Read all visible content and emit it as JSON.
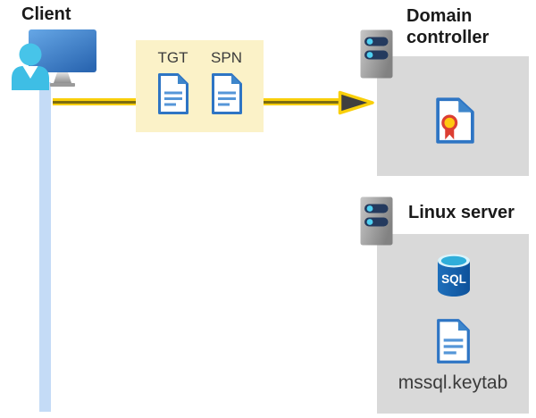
{
  "diagram": {
    "client": {
      "label": "Client",
      "icon": "client-user-monitor-icon"
    },
    "ticket_box": {
      "tickets": [
        {
          "label": "TGT",
          "icon": "document-icon"
        },
        {
          "label": "SPN",
          "icon": "document-icon"
        }
      ]
    },
    "domain_controller": {
      "label": "Domain controller",
      "server_icon": "server-tower-icon",
      "content_icon": "certificate-icon"
    },
    "linux_server": {
      "label": "Linux server",
      "server_icon": "server-tower-icon",
      "database_label": "SQL",
      "database_icon": "sql-database-icon",
      "keytab_icon": "document-icon",
      "keytab_label": "mssql.keytab"
    },
    "connection": {
      "type": "arrow",
      "from": "client",
      "to": "domain-controller"
    },
    "colors": {
      "arrow_yellow": "#F9CF0A",
      "arrow_core": "#7C6D10",
      "arrowhead_dark": "#3F3F3F",
      "ticket_box_bg": "#FBF2C8",
      "panel_gray": "#D9D9D9",
      "client_line_blue": "#C4DBF6",
      "doc_blue": "#2E75C4",
      "doc_fold_blue": "#3E86CB",
      "doc_line_blue": "#5596D8",
      "server_slot_navy": "#243A5E",
      "server_dot_cyan": "#4FD0F2",
      "sql_body_blue": "#15619F",
      "sql_top_cyan": "#2FAEDA",
      "rosette_red": "#DC3E32",
      "rosette_gold": "#FFC810",
      "person_cyan": "#3EBEE5"
    }
  }
}
